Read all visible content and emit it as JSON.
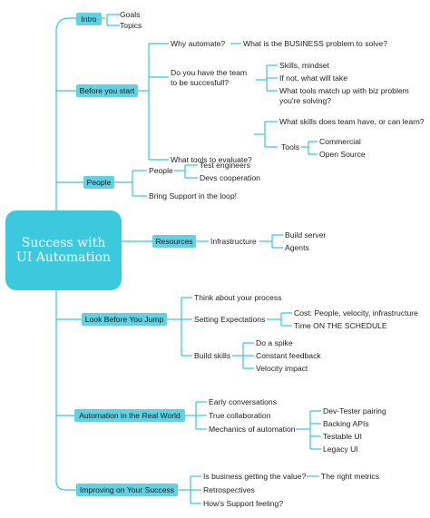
{
  "root": {
    "line1": "Success with",
    "line2": "UI Automation"
  },
  "colors": {
    "accent": "#3cc3d9",
    "box_fill": "#5fd2e3",
    "root_fill": "#3cc8dd",
    "text": "#222222"
  },
  "branches": {
    "intro": {
      "label": "Intro",
      "goals": "Goals",
      "topics": "Topics"
    },
    "before": {
      "label": "Before you start",
      "why": "Why automate?",
      "why_q": "What is the BUSINESS problem to solve?",
      "team_1": "Do you have the team",
      "team_2": "to be succesfull?",
      "skills": "Skills, mindset",
      "ifnot": "If not, what will take",
      "match_1": "What tools match up with biz problem",
      "match_2": "you're solving?",
      "tools_eval": "What tools to evaluate?",
      "team_skills": "What skills does team have, or can learn?",
      "tools": "Tools",
      "commercial": "Commercial",
      "opensource": "Open Source"
    },
    "people": {
      "label": "People",
      "people": "People",
      "test_eng": "Test engineers",
      "devs": "Devs cooperation",
      "support": "Bring Support in the loop!"
    },
    "resources": {
      "label": "Resources",
      "infra": "Infrastructure",
      "build": "Build server",
      "agents": "Agents"
    },
    "look": {
      "label": "Look Before You Jump",
      "think": "Think about your process",
      "setting": "Setting Expectations",
      "cost": "Cost: People, velocity, infrastructure",
      "time": "Time ON THE SCHEDULE",
      "build_skills": "Build skills",
      "spike": "Do a spike",
      "feedback": "Constant feedback",
      "velocity": "Velocity impact"
    },
    "real": {
      "label": "Automation in the Real World",
      "early": "Early conversations",
      "collab": "True collaboration",
      "mech": "Mechanics of automation",
      "devtester": "Dev-Tester pairing",
      "apis": "Backing APIs",
      "testable": "Testable UI",
      "legacy": "Legacy UI"
    },
    "improve": {
      "label": "Improving on Your Success",
      "value": "Is business getting the value?",
      "metrics": "The right metrics",
      "retro": "Retrospectives",
      "support": "How's Support feeling?"
    }
  }
}
